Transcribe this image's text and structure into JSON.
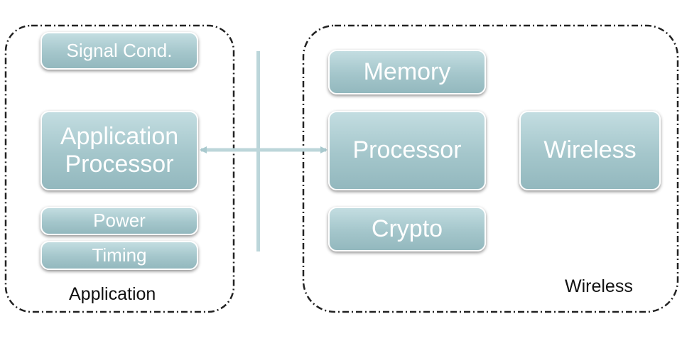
{
  "groups": {
    "left_label": "Application",
    "right_label": "Wireless"
  },
  "blocks": {
    "signal_cond": "Signal Cond.",
    "app_processor_line1": "Application",
    "app_processor_line2": "Processor",
    "power": "Power",
    "timing": "Timing",
    "memory": "Memory",
    "processor": "Processor",
    "crypto": "Crypto",
    "wireless": "Wireless"
  },
  "colors": {
    "block_top": "#c3dde1",
    "block_bottom": "#93b8be",
    "connector": "#bcd6da",
    "frame": "#222222"
  }
}
